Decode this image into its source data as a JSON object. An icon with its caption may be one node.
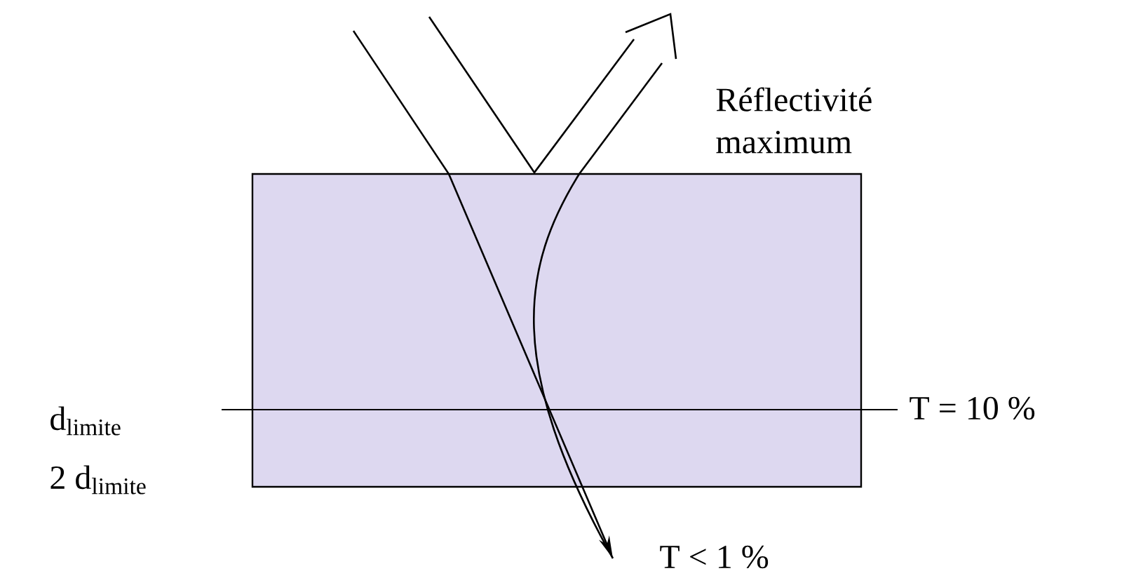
{
  "diagram": {
    "labels": [
      "Réflectivité maximum",
      "d$_{limite}$",
      "T = 10 %",
      "2 d$_{limite}$",
      "T < 1 %"
    ]
  }
}
